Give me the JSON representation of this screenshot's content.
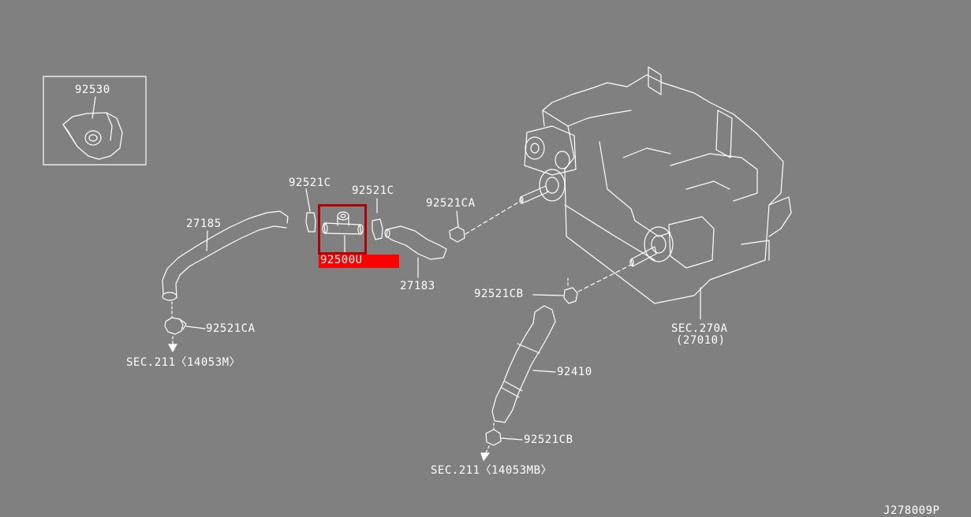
{
  "diagram": {
    "inset": {
      "part": "92530"
    },
    "parts": {
      "hose_27185": "27185",
      "clamp_left_c": "92521C",
      "clamp_right_c": "92521C",
      "valve": "92500U",
      "hose_27183": "27183",
      "clamp_ca_top": "92521CA",
      "clamp_ca_left": "92521CA",
      "sec211_left": "SEC.211〈14053M〉",
      "clamp_cb_mid": "92521CB",
      "hose_92410": "92410",
      "clamp_cb_low": "92521CB",
      "sec211_right": "SEC.211〈14053MB〉",
      "sec270_line1": "SEC.270A",
      "sec270_line2": "(27010)"
    },
    "drawing_code": "J278009P",
    "colors": {
      "background": "#808080",
      "line": "#ffffff",
      "highlight": "#ff0000",
      "selection": "#b30000"
    }
  }
}
